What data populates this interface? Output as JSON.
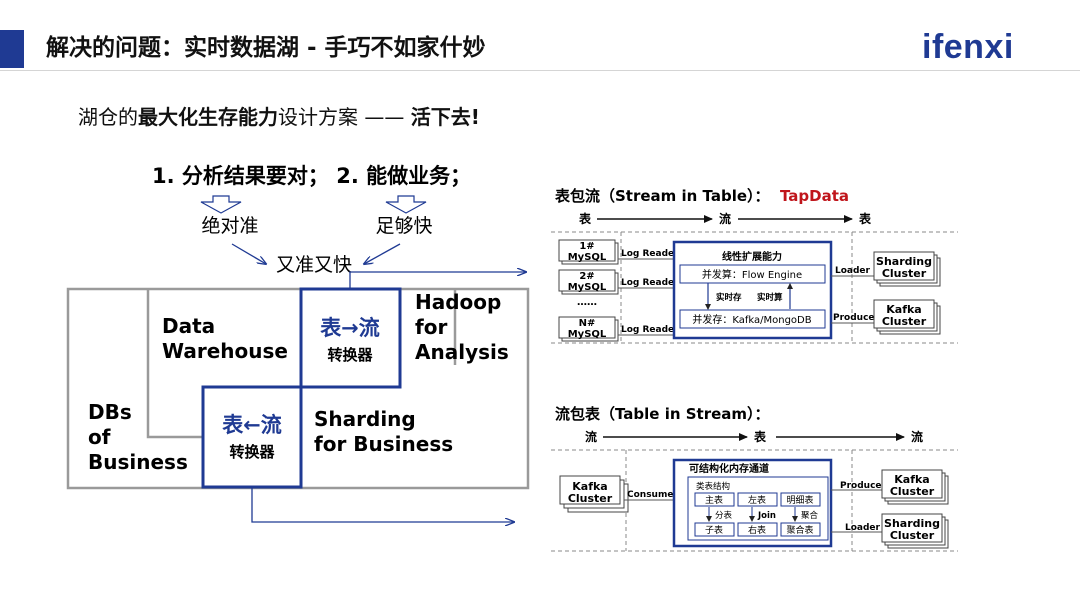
{
  "header": {
    "title": "解决的问题：实时数据湖 - 手巧不如家什妙",
    "logo_text": "ifenxi",
    "accent_color": "#1f3a93"
  },
  "subtitle": {
    "prefix": "湖仓的",
    "bold1": "最大化生存能力",
    "middle": "设计方案 —— ",
    "bold2": "活下去!"
  },
  "left_diagram": {
    "goals": "1. 分析结果要对；  2. 能做业务；",
    "accurate": "绝对准",
    "fast": "足够快",
    "both": "又准又快",
    "dw_line1": "Data",
    "dw_line2": "Warehouse",
    "t2s_title": "表→流",
    "t2s_sub": "转换器",
    "hadoop_line1": "Hadoop",
    "hadoop_line2": "for",
    "hadoop_line3": "Analysis",
    "dbs_line1": "DBs",
    "dbs_line2": "of",
    "dbs_line3": "Business",
    "s2t_title": "表←流",
    "s2t_sub": "转换器",
    "sharding_line1": "Sharding",
    "sharding_line2": "for Business"
  },
  "stream_in_table": {
    "title": "表包流（Stream in Table）：",
    "brand": "TapData",
    "brand_color": "#c0151b",
    "flow": [
      "表",
      "流",
      "表"
    ],
    "sources": [
      {
        "num": "1#",
        "name": "MySQL"
      },
      {
        "num": "2#",
        "name": "MySQL"
      },
      {
        "num": "N#",
        "name": "MySQL"
      }
    ],
    "ellipsis": "……",
    "log_reader": "Log Reader",
    "engine_title": "线性扩展能力",
    "engine_box1": "并发算：Flow Engine",
    "store_label": "实时存",
    "compute_label": "实时算",
    "engine_box2": "并发存：Kafka/MongoDB",
    "loader": "Loader",
    "producer": "Producer",
    "sharding_line1": "Sharding",
    "sharding_line2": "Cluster",
    "kafka_line1": "Kafka",
    "kafka_line2": "Cluster"
  },
  "table_in_stream": {
    "title": "流包表（Table in Stream）：",
    "flow": [
      "流",
      "表",
      "流"
    ],
    "kafka_line1": "Kafka",
    "kafka_line2": "Cluster",
    "consumer": "Consumer",
    "channel_title": "可结构化内存通道",
    "class_label": "类表结构",
    "row1": [
      "主表",
      "左表",
      "明细表"
    ],
    "ops": [
      "分表",
      "Join",
      "聚合"
    ],
    "row2": [
      "子表",
      "右表",
      "聚合表"
    ],
    "producer": "Producer",
    "loader": "Loader",
    "out_kafka_line1": "Kafka",
    "out_kafka_line2": "Cluster",
    "out_sharding_line1": "Sharding",
    "out_sharding_line2": "Cluster"
  }
}
